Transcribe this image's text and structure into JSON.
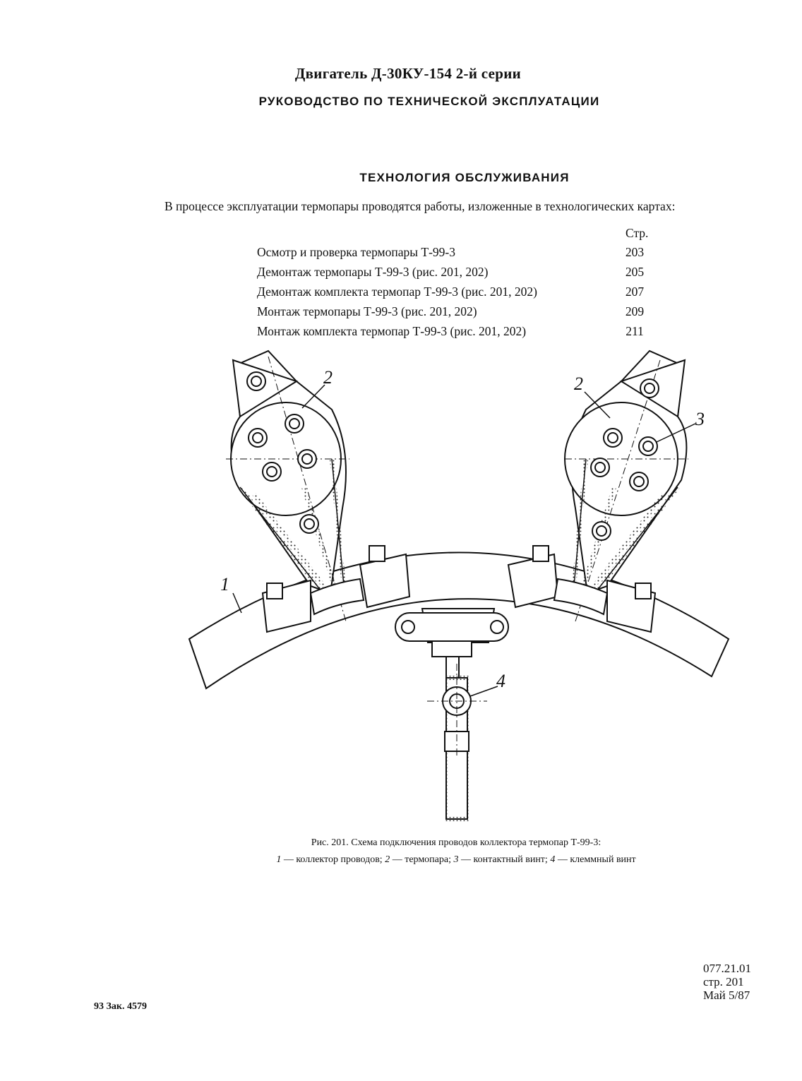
{
  "document": {
    "title": "Двигатель Д-30КУ-154 2-й серии",
    "subtitle": "РУКОВОДСТВО ПО ТЕХНИЧЕСКОЙ ЭКСПЛУАТАЦИИ",
    "section_heading": "ТЕХНОЛОГИЯ ОБСЛУЖИВАНИЯ",
    "intro_text": "В процессе эксплуатации термопары проводятся работы, изложенные в технологических картах:",
    "toc_page_header": "Стр.",
    "toc": [
      {
        "title": "Осмотр и проверка термопары Т-99-3",
        "page": "203"
      },
      {
        "title": "Демонтаж термопары Т-99-3 (рис. 201, 202)",
        "page": "205"
      },
      {
        "title": "Демонтаж комплекта термопар Т-99-3 (рис. 201, 202)",
        "page": "207"
      },
      {
        "title": "Монтаж термопары Т-99-3 (рис. 201, 202)",
        "page": "209"
      },
      {
        "title": "Монтаж комплекта термопар Т-99-3 (рис. 201, 202)",
        "page": "211"
      }
    ],
    "figure": {
      "callouts": [
        "1",
        "2",
        "2",
        "3",
        "4"
      ],
      "caption_title": "Рис. 201. Схема подключения проводов коллектора термопар Т-99-3:",
      "legend": [
        {
          "num": "1",
          "text": " — коллектор проводов; "
        },
        {
          "num": "2",
          "text": " — термопара; "
        },
        {
          "num": "3",
          "text": " — контактный винт; "
        },
        {
          "num": "4",
          "text": " — клеммный винт"
        }
      ]
    },
    "footer": {
      "order": "93 Зак. 4579",
      "doc_code": "077.21.01",
      "page": "стр. 201",
      "date": "Май 5/87"
    }
  }
}
